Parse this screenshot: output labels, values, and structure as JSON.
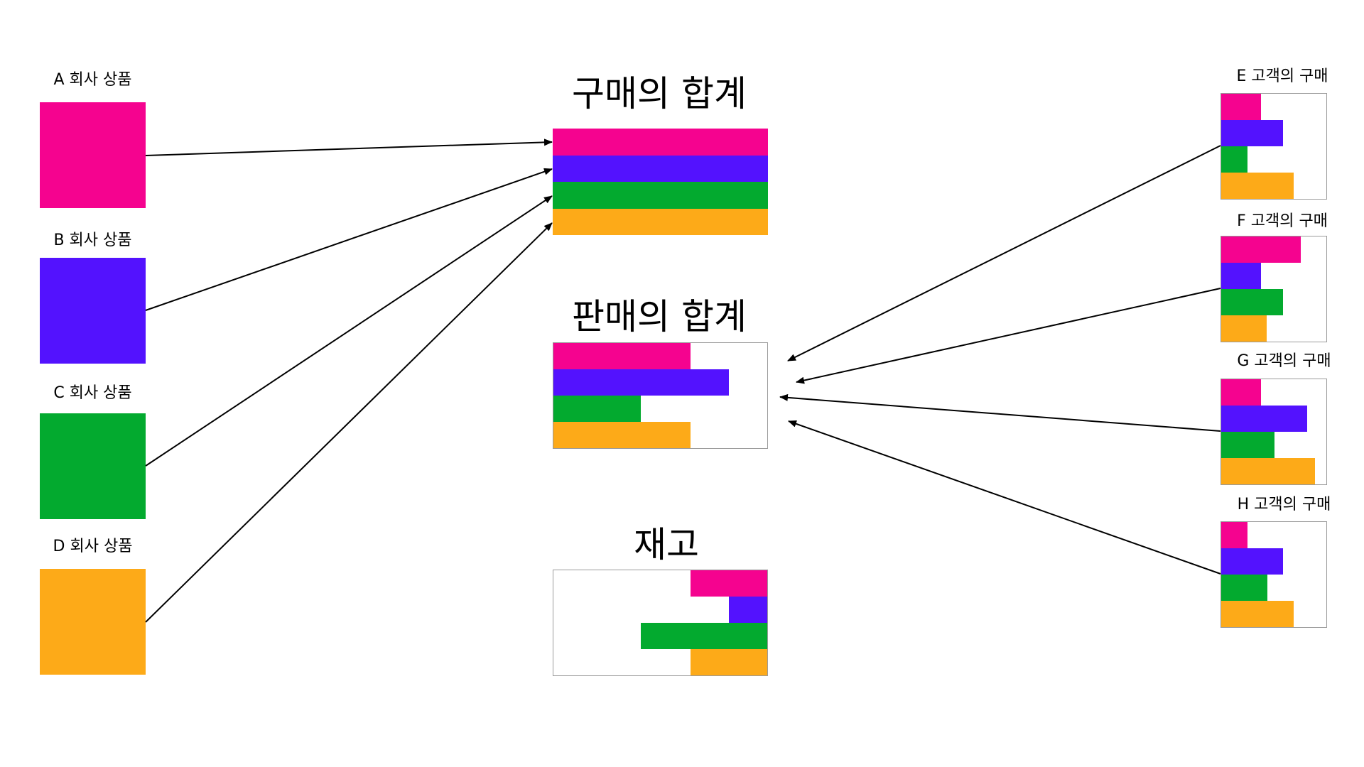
{
  "colors": [
    "#f5038f",
    "#5312fe",
    "#03aa2f",
    "#fdaa18"
  ],
  "companies": [
    {
      "label": "A 회사 상품"
    },
    {
      "label": "B 회사 상품"
    },
    {
      "label": "C 회사 상품"
    },
    {
      "label": "D 회사 상품"
    }
  ],
  "totals": {
    "purchase": {
      "title": "구매의 합계",
      "values": [
        1,
        1,
        1,
        1
      ],
      "align": "left"
    },
    "sales": {
      "title": "판매의 합계",
      "values": [
        0.64,
        0.82,
        0.41,
        0.64
      ],
      "align": "left"
    },
    "stock": {
      "title": "재고",
      "values": [
        0.36,
        0.18,
        0.59,
        0.36
      ],
      "align": "right"
    }
  },
  "customers": [
    {
      "label": "E 고객의 구매",
      "values": [
        0.38,
        0.59,
        0.25,
        0.69
      ]
    },
    {
      "label": "F 고객의 구매",
      "values": [
        0.76,
        0.38,
        0.59,
        0.43
      ]
    },
    {
      "label": "G 고객의 구매",
      "values": [
        0.38,
        0.82,
        0.51,
        0.89
      ]
    },
    {
      "label": "H 고객의 구매",
      "values": [
        0.25,
        0.59,
        0.44,
        0.69
      ]
    }
  ]
}
